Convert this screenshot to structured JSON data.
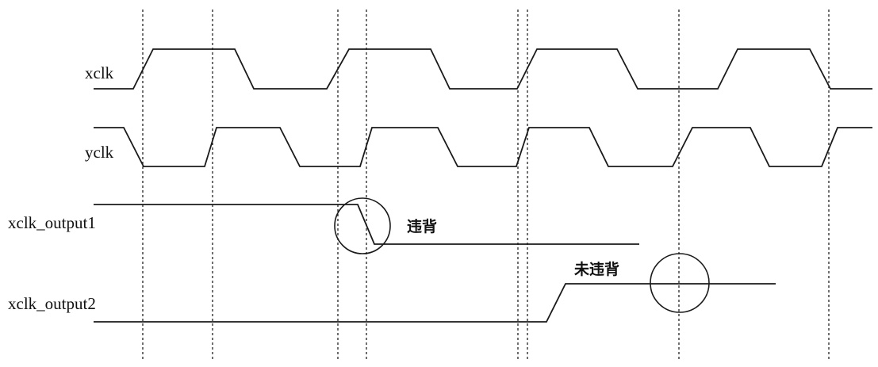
{
  "signals": {
    "xclk": "xclk",
    "yclk": "yclk",
    "out1": "xclk_output1",
    "out2": "xclk_output2"
  },
  "annotations": {
    "violation": "违背",
    "no_violation": "未违背"
  },
  "colors": {
    "ink": "#1a1a1a",
    "background": "#ffffff"
  }
}
